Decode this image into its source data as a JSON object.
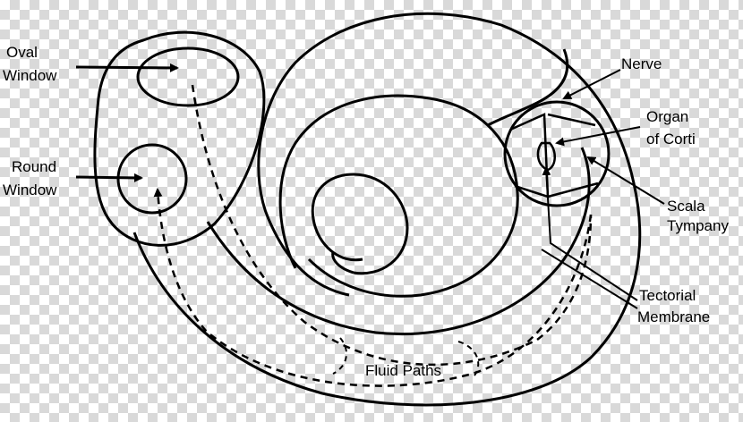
{
  "labels": {
    "oval_window": [
      "Oval",
      "Window"
    ],
    "round_window": [
      "Round",
      "Window"
    ],
    "nerve": "Nerve",
    "organ_of_corti": [
      "Organ",
      "of Corti"
    ],
    "scala_tympany": [
      "Scala",
      "Tympany"
    ],
    "tectorial_membrane": [
      "Tectorial",
      "Membrane"
    ],
    "fluid_paths": "Fluid Paths"
  },
  "colors": {
    "line": "#000000",
    "fill": "#ffffff",
    "checker": "#d9d9d9"
  }
}
